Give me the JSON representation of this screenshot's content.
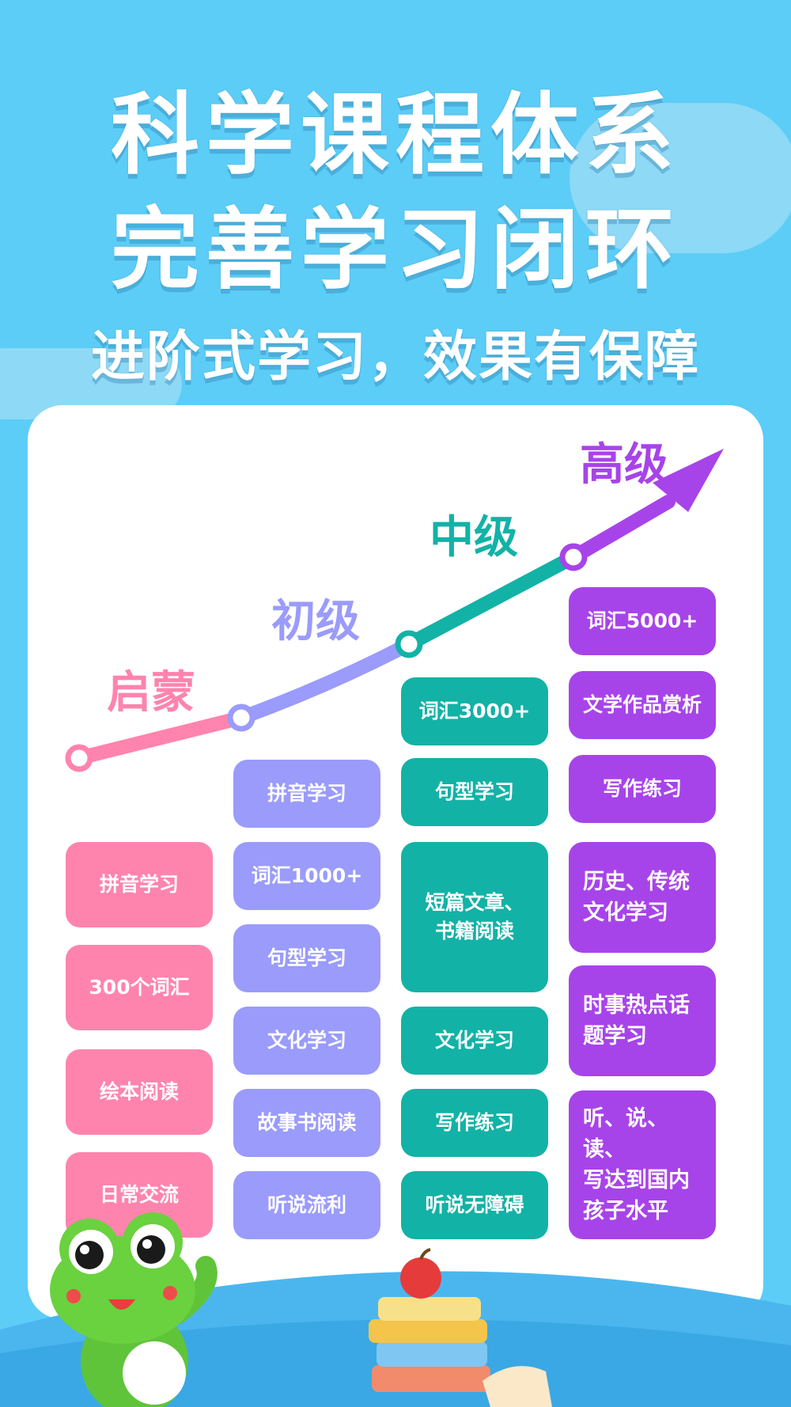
{
  "header": {
    "title_line1": "科学课程体系",
    "title_line2": "完善学习闭环",
    "subtitle": "进阶式学习，效果有保障"
  },
  "stages": [
    {
      "label": "启蒙",
      "color": "#ff84ad",
      "items": [
        "拼音学习",
        "300个词汇",
        "绘本阅读",
        "日常交流"
      ]
    },
    {
      "label": "初级",
      "color": "#9a9bfb",
      "items": [
        "拼音学习",
        "词汇1000+",
        "句型学习",
        "文化学习",
        "故事书阅读",
        "听说流利"
      ]
    },
    {
      "label": "中级",
      "color": "#13b2a6",
      "items": [
        "词汇3000+",
        "句型学习",
        "短篇文章、\n书籍阅读",
        "文化学习",
        "写作练习",
        "听说无障碍"
      ]
    },
    {
      "label": "高级",
      "color": "#a744e9",
      "items": [
        "词汇5000+",
        "文学作品赏析",
        "写作练习",
        "历史、传统\n文化学习",
        "时事热点话\n题学习",
        "听、说、读、\n写达到国内\n孩子水平"
      ]
    }
  ],
  "colors": {
    "background": "#5ccdf7",
    "card": "#ffffff"
  },
  "icons": {
    "mascot": "frog-mascot-icon",
    "books": "book-stack-icon",
    "apple": "apple-icon",
    "open_book": "open-book-icon"
  }
}
